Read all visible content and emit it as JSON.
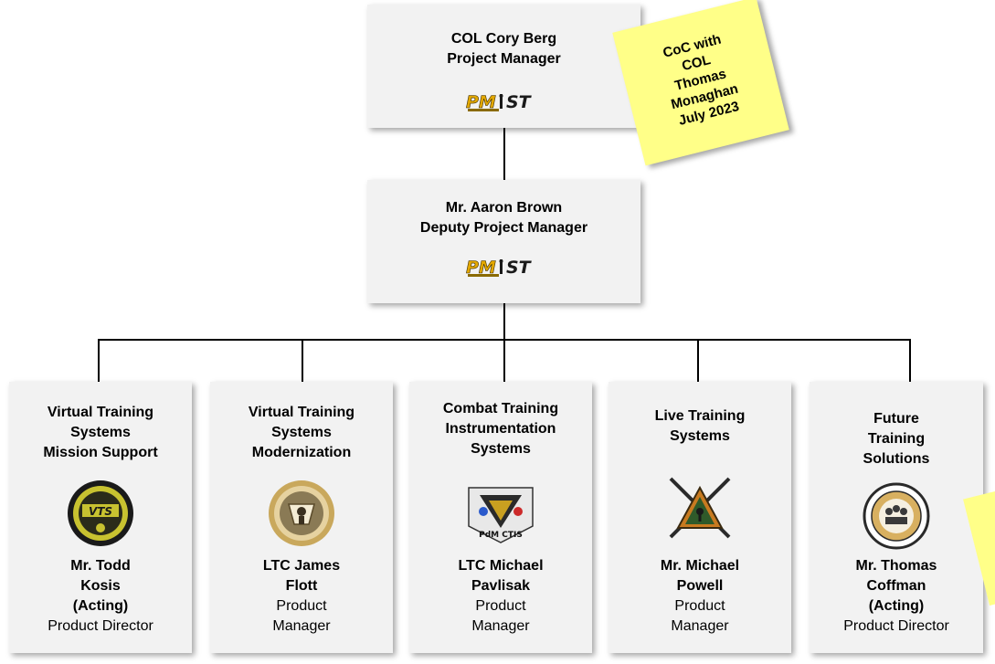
{
  "top": {
    "name": "COL Cory Berg",
    "role": "Project Manager",
    "logo": "pmst-logo"
  },
  "sticky_note": {
    "lines": [
      "CoC with",
      "COL",
      "Thomas",
      "Monaghan",
      "July 2023"
    ],
    "color": "#ffff88"
  },
  "deputy": {
    "name": "Mr. Aaron Brown",
    "role": "Deputy Project Manager",
    "logo": "pmst-logo"
  },
  "units": [
    {
      "title": [
        "Virtual Training",
        "Systems",
        "Mission Support"
      ],
      "logo": "vts-product-director-seal",
      "name": [
        "Mr. Todd",
        "Kosis",
        "(Acting)"
      ],
      "role": [
        "Product Director"
      ]
    },
    {
      "title": [
        "Virtual Training",
        "Systems",
        "Modernization"
      ],
      "logo": "product-manager-seal",
      "name": [
        "LTC James",
        "Flott"
      ],
      "role": [
        "Product",
        "Manager"
      ]
    },
    {
      "title": [
        "Combat Training",
        "Instrumentation",
        "Systems"
      ],
      "logo": "pdm-ctis-emblem",
      "logo_text": "PdM CTIS",
      "name": [
        "LTC Michael",
        "Pavlisak"
      ],
      "role": [
        "Product",
        "Manager"
      ]
    },
    {
      "title": [
        "Live Training",
        "Systems"
      ],
      "logo": "crossed-rifles-emblem",
      "name": [
        "Mr. Michael",
        "Powell"
      ],
      "role": [
        "Product",
        "Manager"
      ]
    },
    {
      "title": [
        "Future",
        "Training",
        "Solutions"
      ],
      "logo": "fts-seal",
      "name": [
        "Mr. Thomas",
        "Coffman",
        "(Acting)"
      ],
      "role": [
        "Product Director"
      ]
    }
  ]
}
